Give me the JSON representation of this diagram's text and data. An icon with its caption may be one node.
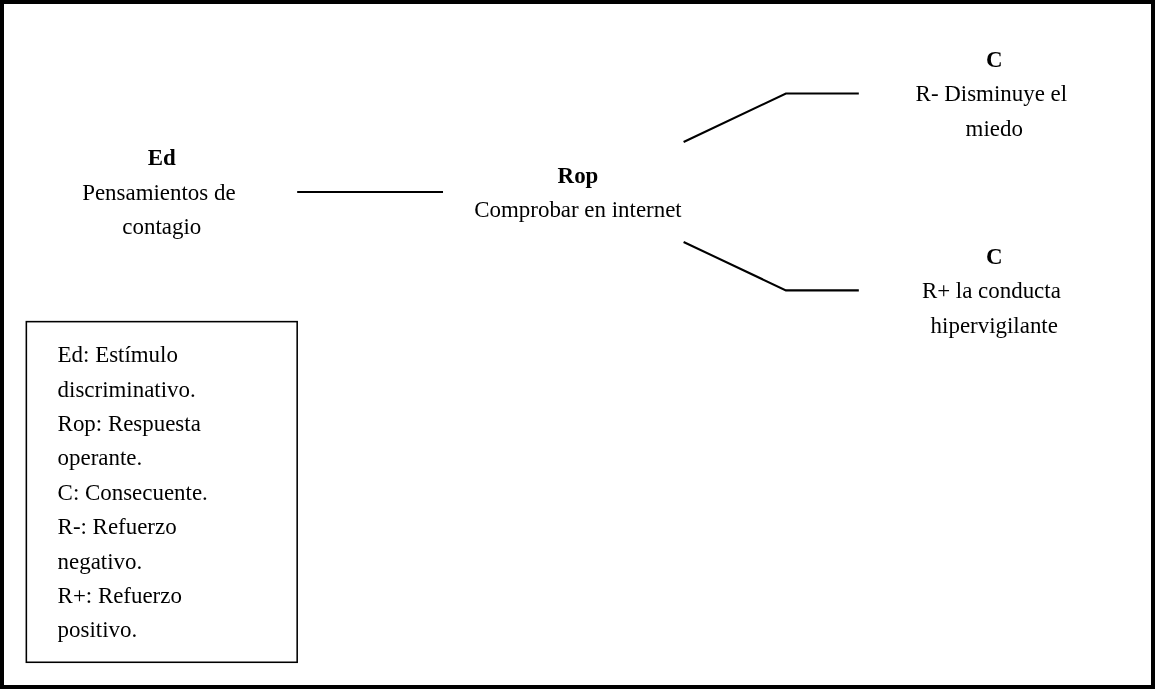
{
  "diagram": {
    "nodes": [
      {
        "text": [
          "Ed",
          "Pensamientos de contagio"
        ]
      },
      {
        "text": [
          "Rop",
          "Comprobar en internet"
        ]
      },
      {
        "text": [
          "C",
          "R- Disminuye el miedo"
        ]
      },
      {
        "text": [
          "C",
          "R+ la conducta hipervigilante"
        ]
      },
      {
        "text": [
          "Ed: Estímulo discriminativo.",
          "Rop: Respuesta operante.",
          "C: Consecuente.",
          "R-: Refuerzo negativo.",
          "R+: Refuerzo positivo."
        ]
      }
    ],
    "edges": [
      {
        "from": 0,
        "to": 1,
        "arrow": "none"
      },
      {
        "from": 1,
        "to": 2,
        "arrow": "none"
      },
      {
        "from": 1,
        "to": 3,
        "arrow": "none"
      }
    ]
  }
}
